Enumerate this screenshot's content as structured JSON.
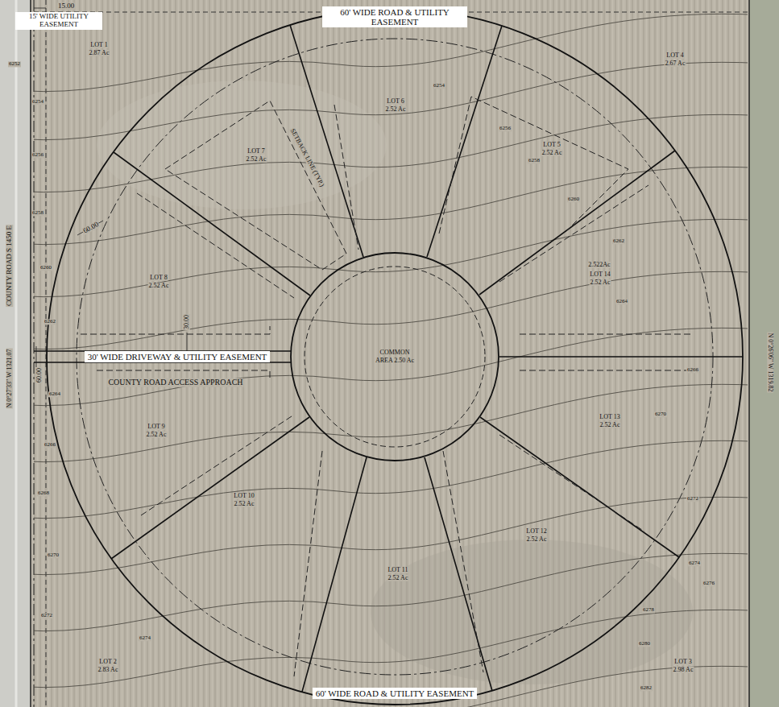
{
  "diagram": {
    "nodes": [
      {
        "text": [
          "15' WIDE UTILITY EASEMENT"
        ]
      },
      {
        "text": [
          "60' WIDE ROAD & UTILITY EASEMENT"
        ]
      },
      {
        "text": [
          "60' WIDE ROAD & UTILITY EASEMENT"
        ]
      },
      {
        "text": [
          "30' WIDE DRIVEWAY & UTILITY EASEMENT"
        ]
      },
      {
        "text": [
          "COMMON AREA 2.50 Ac"
        ]
      }
    ],
    "labels": [
      "15.00",
      "LOT 1",
      "2.87 Ac",
      "LOT 4",
      "2.67 Ac",
      "LOT 6",
      "2.52 Ac",
      "LOT 7",
      "2.52 Ac",
      "LOT 5",
      "2.52 Ac",
      "SETBACK LINE (TYP.)",
      "60.00",
      "LOT 8",
      "2.52 Ac",
      "30.00",
      "2.522Ac",
      "LOT 14",
      "2.52 Ac",
      "COUNTY ROAD ACCESS APPROACH",
      "LOT 9",
      "2.52 Ac",
      "LOT 13",
      "2.52 Ac",
      "LOT 10",
      "2.52 Ac",
      "LOT 11",
      "2.52 Ac",
      "LOT 12",
      "2.52 Ac",
      "LOT 2",
      "2.83 Ac",
      "LOT 3",
      "2.98 Ac",
      "COUNTY ROAD S 1450 E",
      "N 0°27'33\" W 1321.07",
      "60.00",
      "N 0°26'06\" W 1319.82",
      "6252",
      "6254",
      "6256",
      "6258",
      "6260",
      "6262",
      "6264",
      "6266",
      "6268",
      "6270",
      "6272",
      "6274",
      "6254",
      "6256",
      "6258",
      "6260",
      "6262",
      "6264",
      "6266",
      "6270",
      "6272",
      "6274",
      "6276",
      "6278",
      "6280",
      "6282"
    ]
  }
}
